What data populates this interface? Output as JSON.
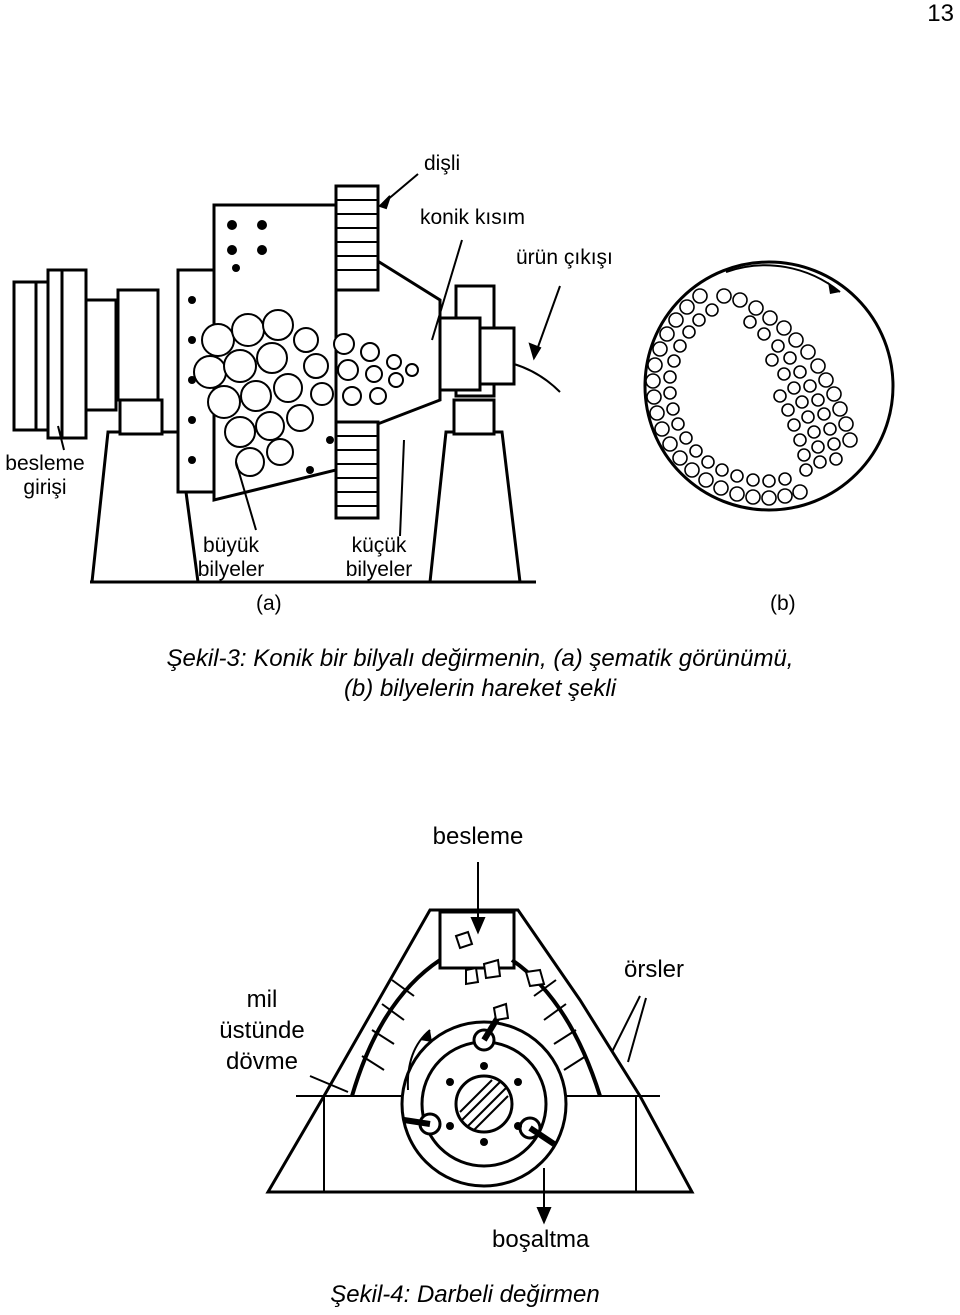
{
  "page_number": "13",
  "figure3": {
    "labels": {
      "gear": "dişli",
      "conical_section": "konik kısım",
      "product_outlet": "ürün çıkışı",
      "feed_inlet_line1": "besleme",
      "feed_inlet_line2": "girişi",
      "large_balls_line1": "büyük",
      "large_balls_line2": "bilyeler",
      "small_balls_line1": "küçük",
      "small_balls_line2": "bilyeler",
      "panel_a": "(a)",
      "panel_b": "(b)"
    },
    "caption_line1": "Şekil-3: Konik bir bilyalı değirmenin, (a) şematik görünümü,",
    "caption_line2": "(b) bilyelerin hareket şekli"
  },
  "figure4": {
    "labels": {
      "feed": "besleme",
      "anvils": "örsler",
      "hammer_line1": "mil",
      "hammer_line2": "üstünde",
      "hammer_line3": "dövme",
      "discharge": "boşaltma"
    },
    "caption": "Şekil-4: Darbeli değirmen"
  }
}
